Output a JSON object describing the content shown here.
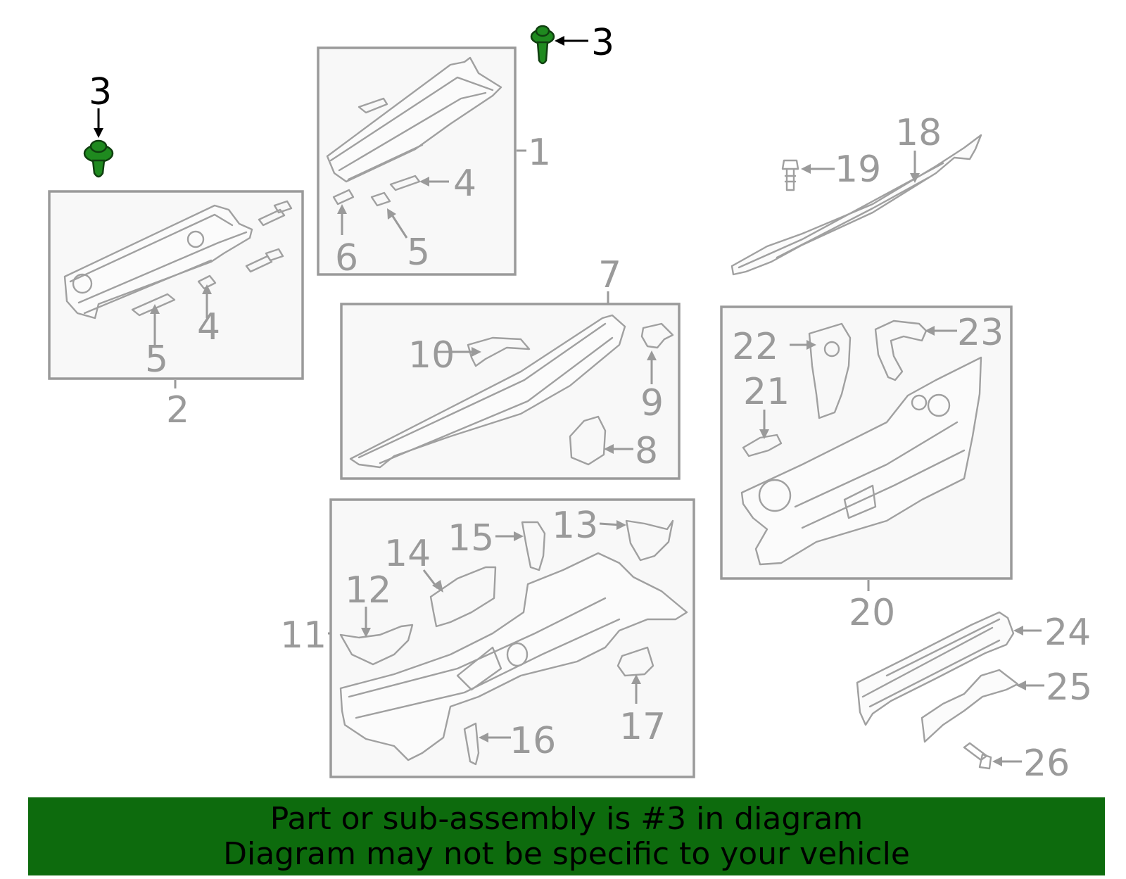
{
  "callouts": {
    "c1": "1",
    "c2": "2",
    "c3a": "3",
    "c3b": "3",
    "c4a": "4",
    "c4b": "4",
    "c5a": "5",
    "c5b": "5",
    "c6": "6",
    "c7": "7",
    "c8": "8",
    "c9": "9",
    "c10": "10",
    "c11": "11",
    "c12": "12",
    "c13": "13",
    "c14": "14",
    "c15": "15",
    "c16": "16",
    "c17": "17",
    "c18": "18",
    "c19": "19",
    "c20": "20",
    "c21": "21",
    "c22": "22",
    "c23": "23",
    "c24": "24",
    "c25": "25",
    "c26": "26"
  },
  "banner": {
    "line1": "Part or sub-assembly is #3 in diagram",
    "line2": "Diagram may not be specific to your vehicle"
  },
  "colors": {
    "highlight_part": "#1f8a1f",
    "banner_bg": "#0d6b0d",
    "callout_gray": "#9a9a9a"
  }
}
